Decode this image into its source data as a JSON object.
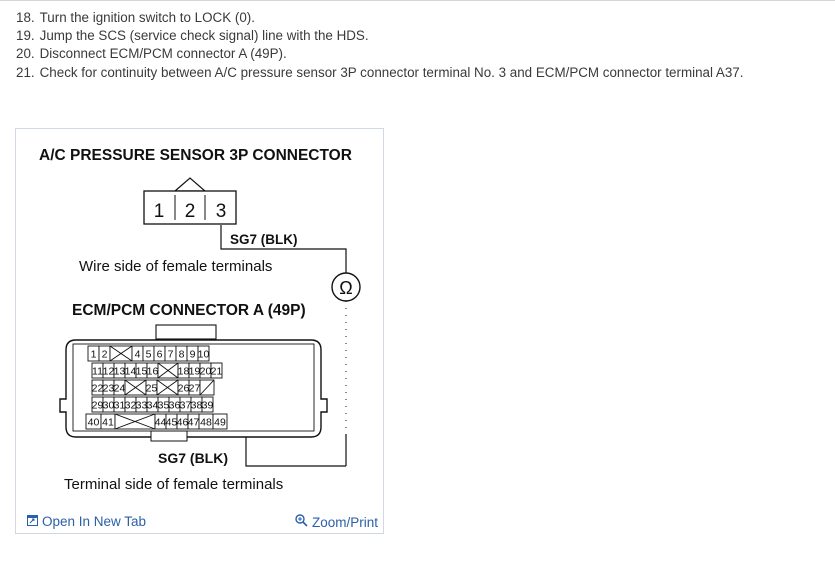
{
  "steps": [
    {
      "num": "18.",
      "text": "Turn the ignition switch to LOCK (0)."
    },
    {
      "num": "19.",
      "text": "Jump the SCS (service check signal) line with the HDS."
    },
    {
      "num": "20.",
      "text": "Disconnect ECM/PCM connector A (49P)."
    },
    {
      "num": "21.",
      "text": "Check for continuity between A/C pressure sensor 3P connector terminal No. 3 and ECM/PCM connector terminal A37."
    }
  ],
  "figure": {
    "sensor_title": "A/C PRESSURE SENSOR 3P CONNECTOR",
    "sensor_pins": [
      "1",
      "2",
      "3"
    ],
    "sensor_wire_label": "SG7 (BLK)",
    "sensor_side_label": "Wire side of female terminals",
    "meter_symbol": "Ω",
    "ecm_title": "ECM/PCM CONNECTOR A (49P)",
    "ecm_rows": [
      [
        "1",
        "2",
        "",
        "4",
        "5",
        "6",
        "7",
        "8",
        "9",
        "10"
      ],
      [
        "11",
        "12",
        "13",
        "14",
        "15",
        "16",
        "",
        "18",
        "19",
        "20",
        "21"
      ],
      [
        "22",
        "23",
        "24",
        "",
        "25",
        "",
        "26",
        "27",
        ""
      ],
      [
        "29",
        "30",
        "31",
        "32",
        "33",
        "34",
        "35",
        "36",
        "37",
        "38",
        "39"
      ],
      [
        "40",
        "41",
        "",
        "",
        "44",
        "45",
        "46",
        "47",
        "48",
        "49"
      ]
    ],
    "ecm_wire_label": "SG7 (BLK)",
    "ecm_side_label": "Terminal side of female terminals"
  },
  "links": {
    "open_new_tab": "Open In New Tab",
    "zoom_print": "Zoom/Print"
  },
  "colors": {
    "link": "#2b5fa8",
    "border": "#cfd8e3"
  }
}
